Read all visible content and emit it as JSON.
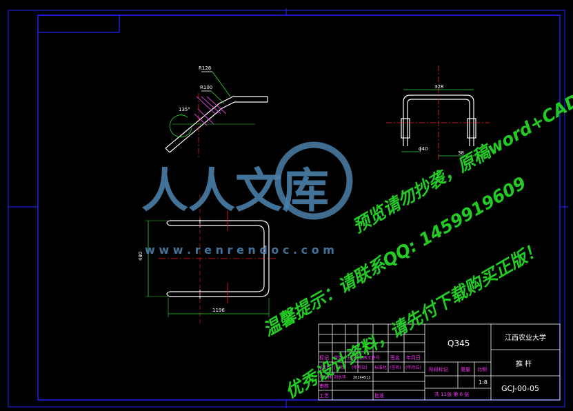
{
  "colors": {
    "background": "#000000",
    "frame": "#2323ff",
    "part": "#ffffff",
    "center": "#ff2020",
    "dimension": "#33dd33",
    "hatch": "#d63cd6",
    "table_text": "#ff30ff",
    "watermark_logo": "#4a7fa8",
    "watermark_text": "#22cc22"
  },
  "drawing": {
    "dims": {
      "r128": "R128",
      "r100": "R100",
      "angle": "135°",
      "width_top": "328",
      "phi40": "ϕ40",
      "dim38": "38",
      "height_plan": "480",
      "length_plan": "1196"
    }
  },
  "title_block": {
    "material": "Q345",
    "school": "江西农业大学",
    "part_name": "推 杆",
    "drawing_no": "GCJ-00-05",
    "scale": "1:8",
    "sheet_info": "共 11张 第 6 张",
    "rev_row_labels": [
      "标记",
      "处数",
      "分区",
      "更改文件号",
      "签名",
      "年月日"
    ],
    "design_row": [
      "设计",
      "(签名)",
      "(年月日)",
      "标准化",
      "(签名)",
      "(年月日)"
    ],
    "student_row": [
      "何水林",
      "刘水华",
      "20144511"
    ],
    "check_label": "审核",
    "process_label": "工艺",
    "approve_label": "批准",
    "stage_label": "阶段标记",
    "weight_label": "重量",
    "scale_label": "比例"
  },
  "watermark": {
    "logo_text": "人人文库",
    "url": "w w w . r e n r e n d o c . c o m",
    "line1": "预览请勿抄袭，原稿word+CAD全套资料！",
    "line2": "温馨提示：请联系QQ: 1459919609",
    "line3": "优秀设计资料，请先付下载购买正版！"
  }
}
